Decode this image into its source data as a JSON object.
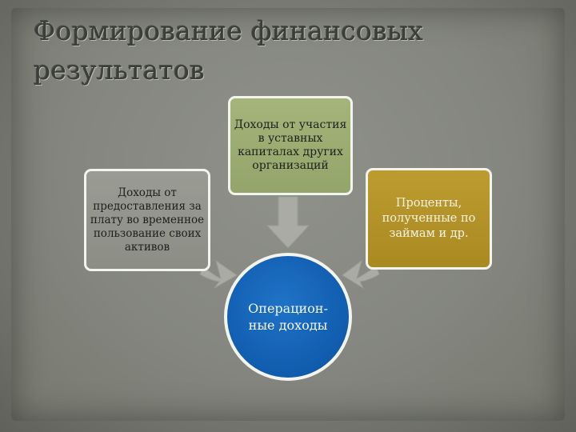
{
  "title": "Формирование  финансовых результатов",
  "boxes": {
    "left": "Доходы от предоставления за плату во временное пользование своих  активов",
    "top": "Доходы от участия в уставных капиталах других организаций",
    "right": "Проценты, полученные по займам и др."
  },
  "center": "Операцион-ные доходы",
  "colors": {
    "background": "#84867f",
    "left_box": "#949690",
    "top_box": "#9cae72",
    "right_box": "#b4922a",
    "center_circle": "#1565b8",
    "arrow": "#a9aba4"
  }
}
